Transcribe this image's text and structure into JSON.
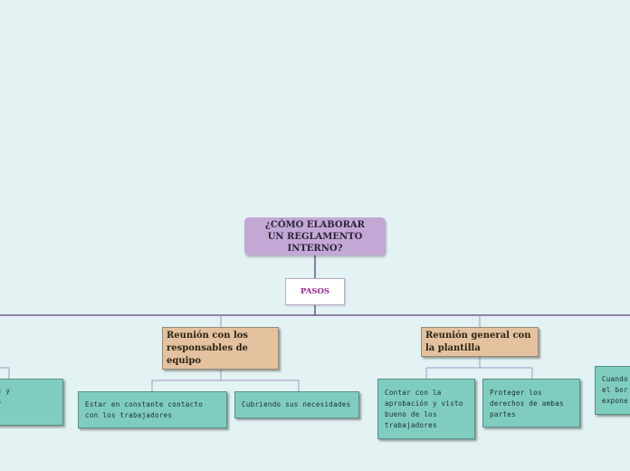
{
  "root": {
    "label": "¿CÓMO ELABORAR UN REGLAMENTO INTERNO?"
  },
  "pasos": {
    "label": "PASOS"
  },
  "subtopics": [
    {
      "label": "Reunión con los responsables de equipo"
    },
    {
      "label": "Reunión general con la plantilla"
    }
  ],
  "leaves": [
    {
      "label": "detalles y\nposibles"
    },
    {
      "label": "Estar en constante contacto con los trabajadores"
    },
    {
      "label": "Cubriendo sus necesidades"
    },
    {
      "label": "Contar con la aprobación y visto bueno de los trabajadores"
    },
    {
      "label": "Proteger los derechos de ambas partes"
    },
    {
      "label": "Cuando\nel bor\nexpone"
    }
  ],
  "colors": {
    "background": "#e3f2f2",
    "root_fill": "#c3a8d5",
    "subtopic_fill": "#e4c29f",
    "leaf_fill": "#7fcdc0",
    "connector": "#5b3d76",
    "pasos_text": "#9b2591"
  }
}
